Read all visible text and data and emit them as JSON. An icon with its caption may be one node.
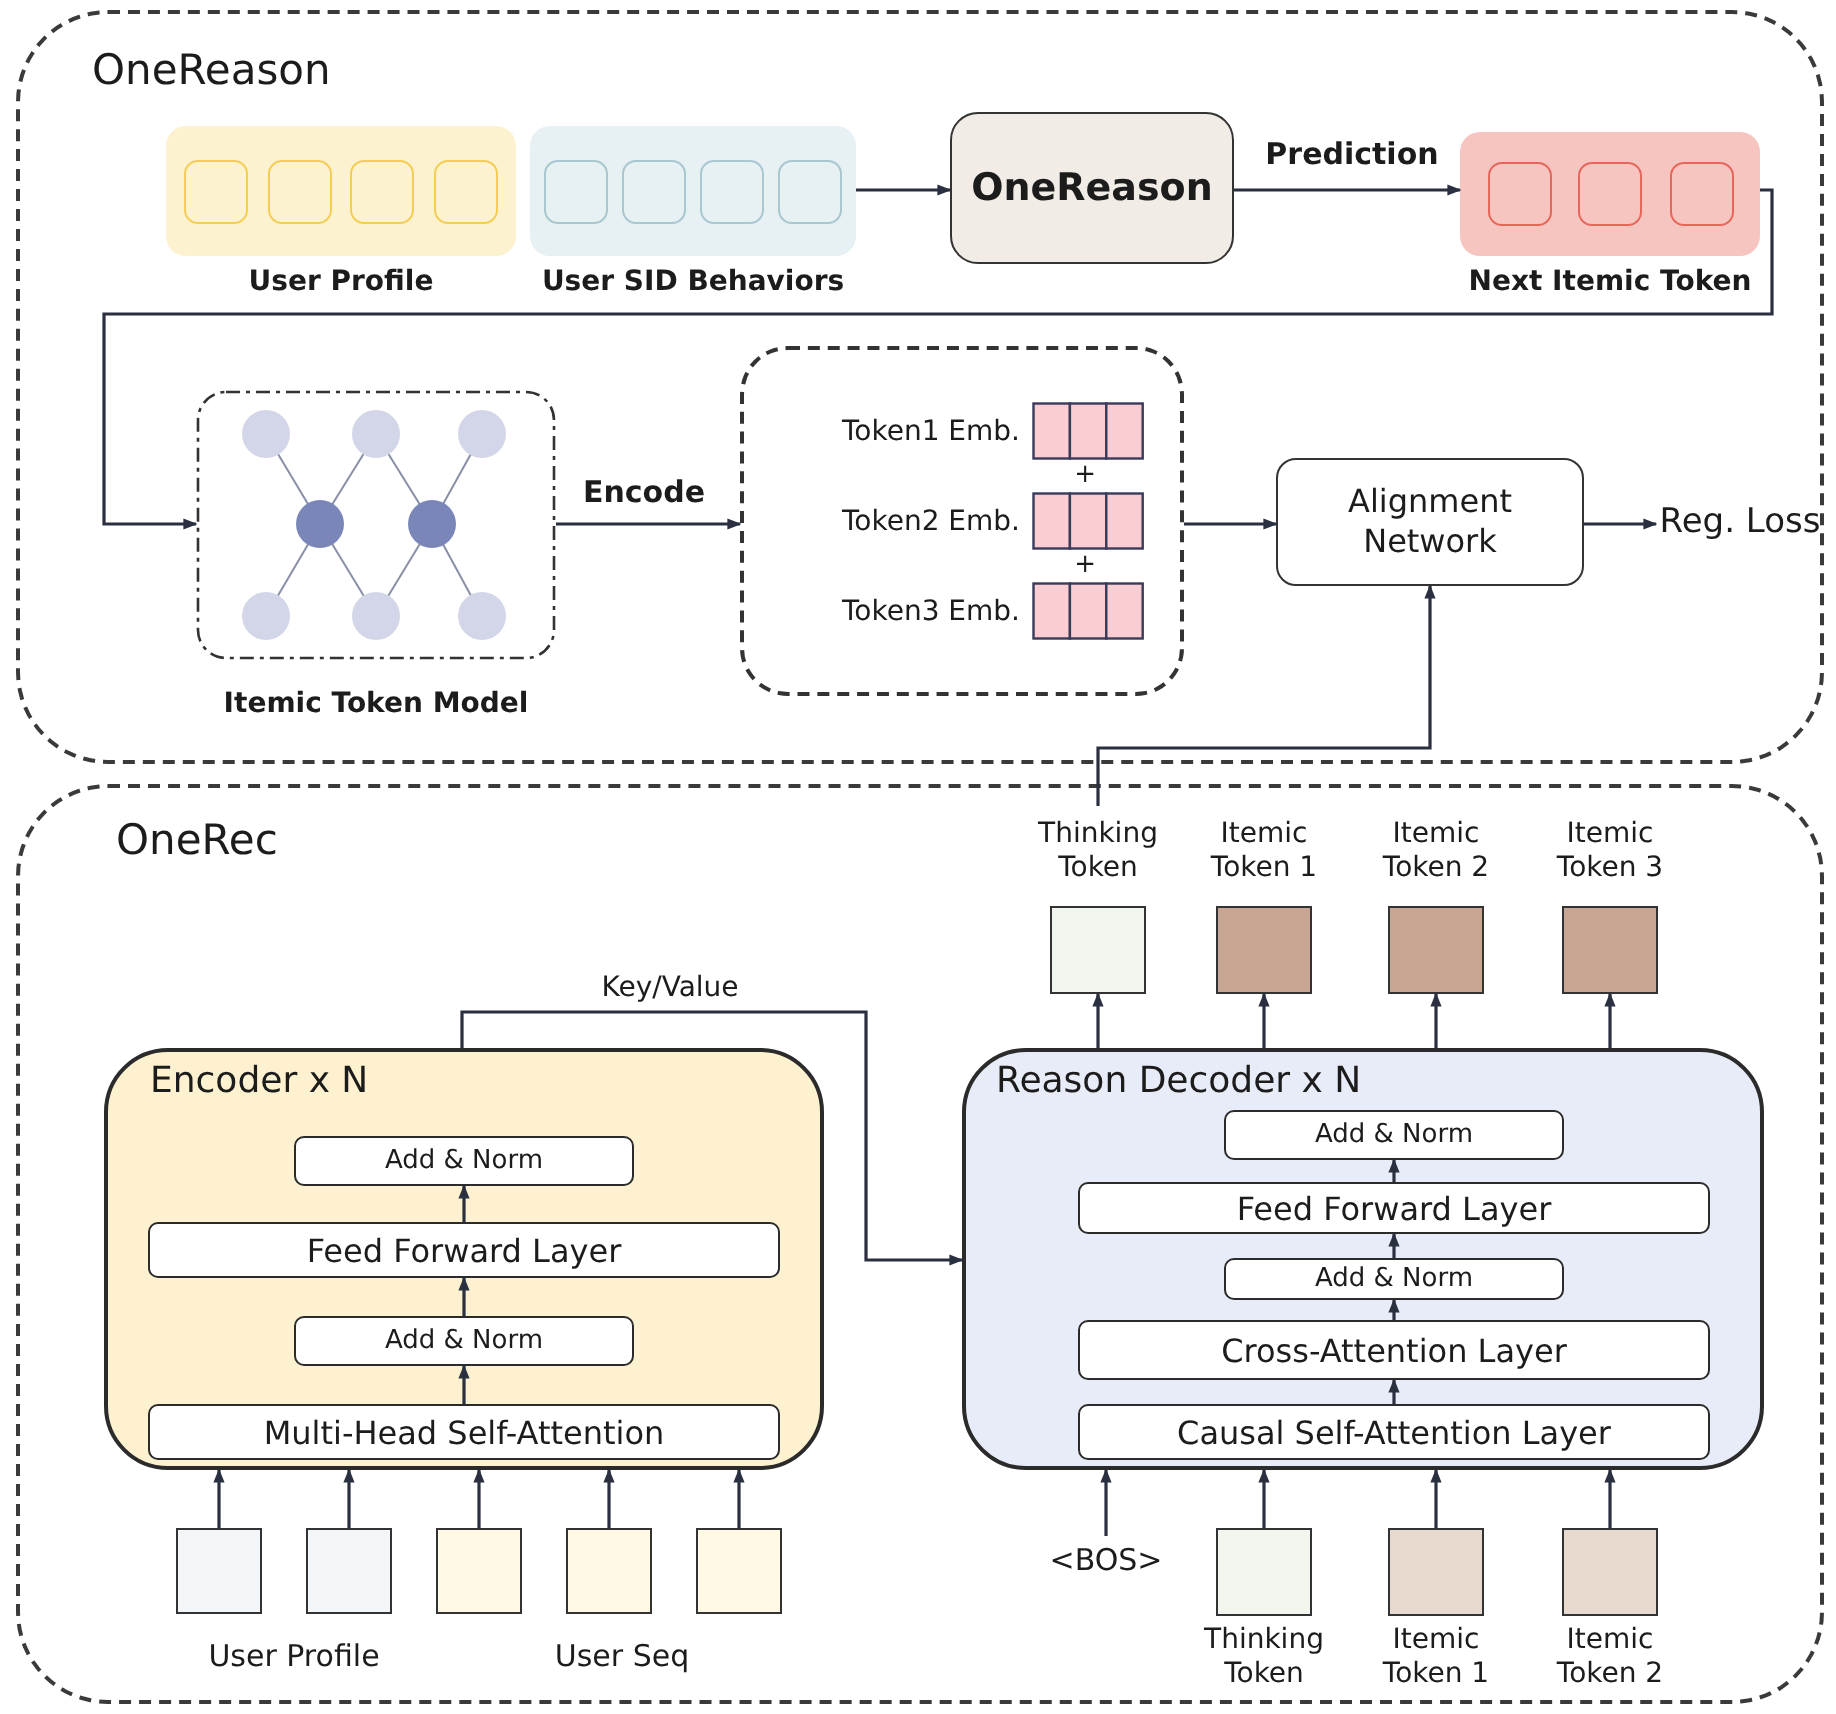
{
  "diagram": {
    "nodes": [
      {
        "text": [
          "OneReason"
        ]
      },
      {
        "text": [
          "User Profile"
        ],
        "in": 0
      },
      {
        "text": [
          "User SID Behaviors"
        ],
        "in": 0
      },
      {
        "text": [
          "OneReason"
        ],
        "in": 0
      },
      {
        "text": [
          "Next Itemic Token"
        ],
        "in": 0
      },
      {
        "text": [
          "Itemic Token Model"
        ],
        "in": 0
      },
      {
        "text": [
          "Token1 Emb.",
          "+",
          "Token2 Emb.",
          "+",
          "Token3 Emb."
        ],
        "in": 0
      },
      {
        "text": [
          "Alignment Network"
        ],
        "in": 0
      },
      {
        "text": [
          "Reg. Loss"
        ],
        "in": 0
      },
      {
        "text": [
          "OneRec"
        ]
      },
      {
        "text": [
          "Encoder x N"
        ],
        "in": 9
      },
      {
        "text": [
          "Add & Norm"
        ],
        "in": 10
      },
      {
        "text": [
          "Feed Forward Layer"
        ],
        "in": 10
      },
      {
        "text": [
          "Add & Norm"
        ],
        "in": 10
      },
      {
        "text": [
          "Multi-Head Self-Attention"
        ],
        "in": 10
      },
      {
        "text": [],
        "shape": "box",
        "in": 9
      },
      {
        "text": [],
        "shape": "box",
        "in": 9
      },
      {
        "text": [],
        "shape": "box",
        "in": 9
      },
      {
        "text": [],
        "shape": "box",
        "in": 9
      },
      {
        "text": [],
        "shape": "box",
        "in": 9
      },
      {
        "text": [
          "Reason Decoder x N"
        ],
        "in": 9
      },
      {
        "text": [
          "Add & Norm"
        ],
        "in": 20
      },
      {
        "text": [
          "Feed Forward Layer"
        ],
        "in": 20
      },
      {
        "text": [
          "Add & Norm"
        ],
        "in": 20
      },
      {
        "text": [
          "Cross-Attention Layer"
        ],
        "in": 20
      },
      {
        "text": [
          "Causal Self-Attention Layer"
        ],
        "in": 20
      },
      {
        "text": [
          "Thinking Token"
        ],
        "in": 9
      },
      {
        "text": [
          "Itemic Token 1"
        ],
        "in": 9
      },
      {
        "text": [
          "Itemic Token 2"
        ],
        "in": 9
      },
      {
        "text": [
          "Itemic Token 3"
        ],
        "in": 9
      },
      {
        "text": [
          "<BOS>"
        ],
        "in": 9
      },
      {
        "text": [
          "Thinking Token"
        ],
        "in": 9
      },
      {
        "text": [
          "Itemic Token 1"
        ],
        "in": 9
      },
      {
        "text": [
          "Itemic Token 2"
        ],
        "in": 9
      }
    ],
    "edges": [
      {
        "from": 2,
        "to": 3,
        "arrow": "to"
      },
      {
        "from": 3,
        "to": 4,
        "arrow": "to",
        "label": "Prediction"
      },
      {
        "from": 4,
        "to": 5,
        "arrow": "to"
      },
      {
        "from": 5,
        "to": 6,
        "arrow": "to",
        "label": "Encode"
      },
      {
        "from": 6,
        "to": 7,
        "arrow": "to"
      },
      {
        "from": 7,
        "to": 8,
        "arrow": "to"
      },
      {
        "from": 26,
        "to": 7,
        "arrow": "to"
      },
      {
        "from": 10,
        "to": 20,
        "arrow": "to",
        "label": "Key/Value"
      },
      {
        "from": 14,
        "to": 13,
        "arrow": "to"
      },
      {
        "from": 13,
        "to": 12,
        "arrow": "to"
      },
      {
        "from": 12,
        "to": 11,
        "arrow": "to"
      },
      {
        "from": 25,
        "to": 24,
        "arrow": "to"
      },
      {
        "from": 24,
        "to": 23,
        "arrow": "to"
      },
      {
        "from": 23,
        "to": 22,
        "arrow": "to"
      },
      {
        "from": 22,
        "to": 21,
        "arrow": "to"
      },
      {
        "from": 15,
        "to": 10,
        "arrow": "to"
      },
      {
        "from": 16,
        "to": 10,
        "arrow": "to"
      },
      {
        "from": 17,
        "to": 10,
        "arrow": "to"
      },
      {
        "from": 18,
        "to": 10,
        "arrow": "to"
      },
      {
        "from": 19,
        "to": 10,
        "arrow": "to"
      },
      {
        "from": 20,
        "to": 26,
        "arrow": "to"
      },
      {
        "from": 20,
        "to": 27,
        "arrow": "to"
      },
      {
        "from": 20,
        "to": 28,
        "arrow": "to"
      },
      {
        "from": 20,
        "to": 29,
        "arrow": "to"
      },
      {
        "from": 30,
        "to": 20,
        "arrow": "to"
      },
      {
        "from": 31,
        "to": 20,
        "arrow": "to"
      },
      {
        "from": 32,
        "to": 20,
        "arrow": "to"
      },
      {
        "from": 33,
        "to": 20,
        "arrow": "to"
      }
    ],
    "labels": [
      "User Profile",
      "User Seq"
    ]
  }
}
